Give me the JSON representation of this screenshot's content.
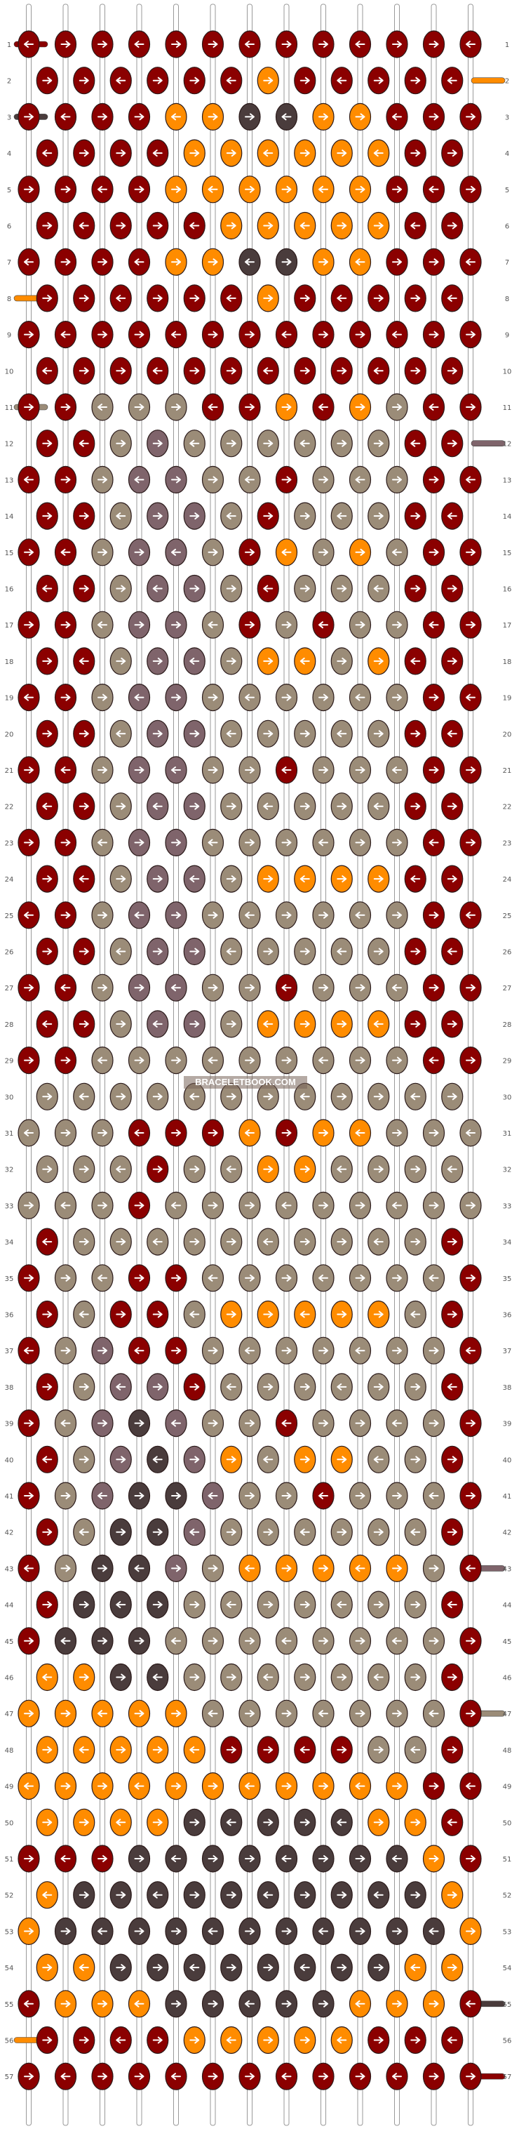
{
  "watermark": "BRACELETBOOK.COM",
  "row_numbers": [
    "1",
    "2",
    "3",
    "4",
    "5",
    "6",
    "7",
    "8",
    "9",
    "10",
    "11",
    "12",
    "13",
    "14",
    "15",
    "16",
    "17",
    "18",
    "19",
    "20",
    "21",
    "22",
    "23",
    "24",
    "25",
    "26",
    "27",
    "28",
    "29",
    "30",
    "31",
    "32",
    "33",
    "34",
    "35",
    "36",
    "37",
    "38",
    "39",
    "40",
    "41",
    "42",
    "43",
    "44",
    "45",
    "46",
    "47",
    "48",
    "49",
    "50",
    "51",
    "52",
    "53",
    "54",
    "55",
    "56",
    "57"
  ],
  "palette": {
    "A": "#8b0000",
    "B": "#ff8c00",
    "C": "#4a3c3c",
    "D": "#9b8c78",
    "E": "#7f646b"
  },
  "strings": {
    "count": 13,
    "left_entries": {
      "1": "A",
      "3": "C",
      "8": "B",
      "11": "D",
      "56": "B"
    },
    "right_entries": {
      "2": "B",
      "12": "E",
      "43": "E",
      "47": "D",
      "55": "C",
      "57": "A"
    }
  },
  "knot_rows": [
    "AAAAAAAAAAAAA",
    "AAAAAABAAAAA",
    "AAAABBCCBBAAA",
    "AAAABBBBBBAA",
    "AAAABBBBBBAAA",
    "AAAAABBBBBAA",
    "AAAABBCCBBAAA",
    "AAAAAABAAAAA",
    "AAAAAAAAAAAAA",
    "AAAAAAAAAAAA",
    "AADDDAABABDAA",
    "AADEDDDDDDAA",
    "AADEEDDADDDAA",
    "AADEEDADDDAA",
    "AADEEDABDBDAA",
    "AADEEDADDDAA",
    "AADEEDADADDAA",
    "AADEEDBBDBAA",
    "AADEEDDDDDDAA",
    "AADEEDDDDDAA",
    "AADEEDDADDDAA",
    "AADEEDDDDDAA",
    "AADEEDDDDDDAA",
    "AADEEDBBBBAA",
    "AADEEDDDDDDAA",
    "AADEEDDDDDAA",
    "AADEEDDADDDAA",
    "AADEEDBBBBAA",
    "AADDDDDDDDDAA",
    "DDDDDDDDDDDD",
    "DDDAAABABBDDD",
    "DDDADDBBDDDD",
    "DDDADDDDDDDDD",
    "ADDDDDDDDDDA",
    "ADDAADDDDDDDA",
    "ADAADBBBBBDA",
    "ADEAADDDDDDDA",
    "ADEEADDDDDDA",
    "ADECEDDADDDDA",
    "ADECEBDBBDDA",
    "ADECCEDDADDDA",
    "ADCCEDDDDDDA",
    "ADCCEDBBBBBDA",
    "ACCCDDDDDDDA",
    "ACCCDDDDDDDDA",
    "BBCCDDDDDDDA",
    "BBBBBDDDDDDDA",
    "BBBBBAAAADDA",
    "BBBBBBBBBBBAA",
    "BBBBCCCCCBBA",
    "AAACCCCCCCCBA",
    "BCCCCCCCCCCB",
    "BCCCCCCCCCCCB",
    "BBCCCCCCCCBB",
    "ABBBCCCCCBBBA",
    "AAAABBBBBAAA",
    "AAAAAAAAAAAAA"
  ]
}
